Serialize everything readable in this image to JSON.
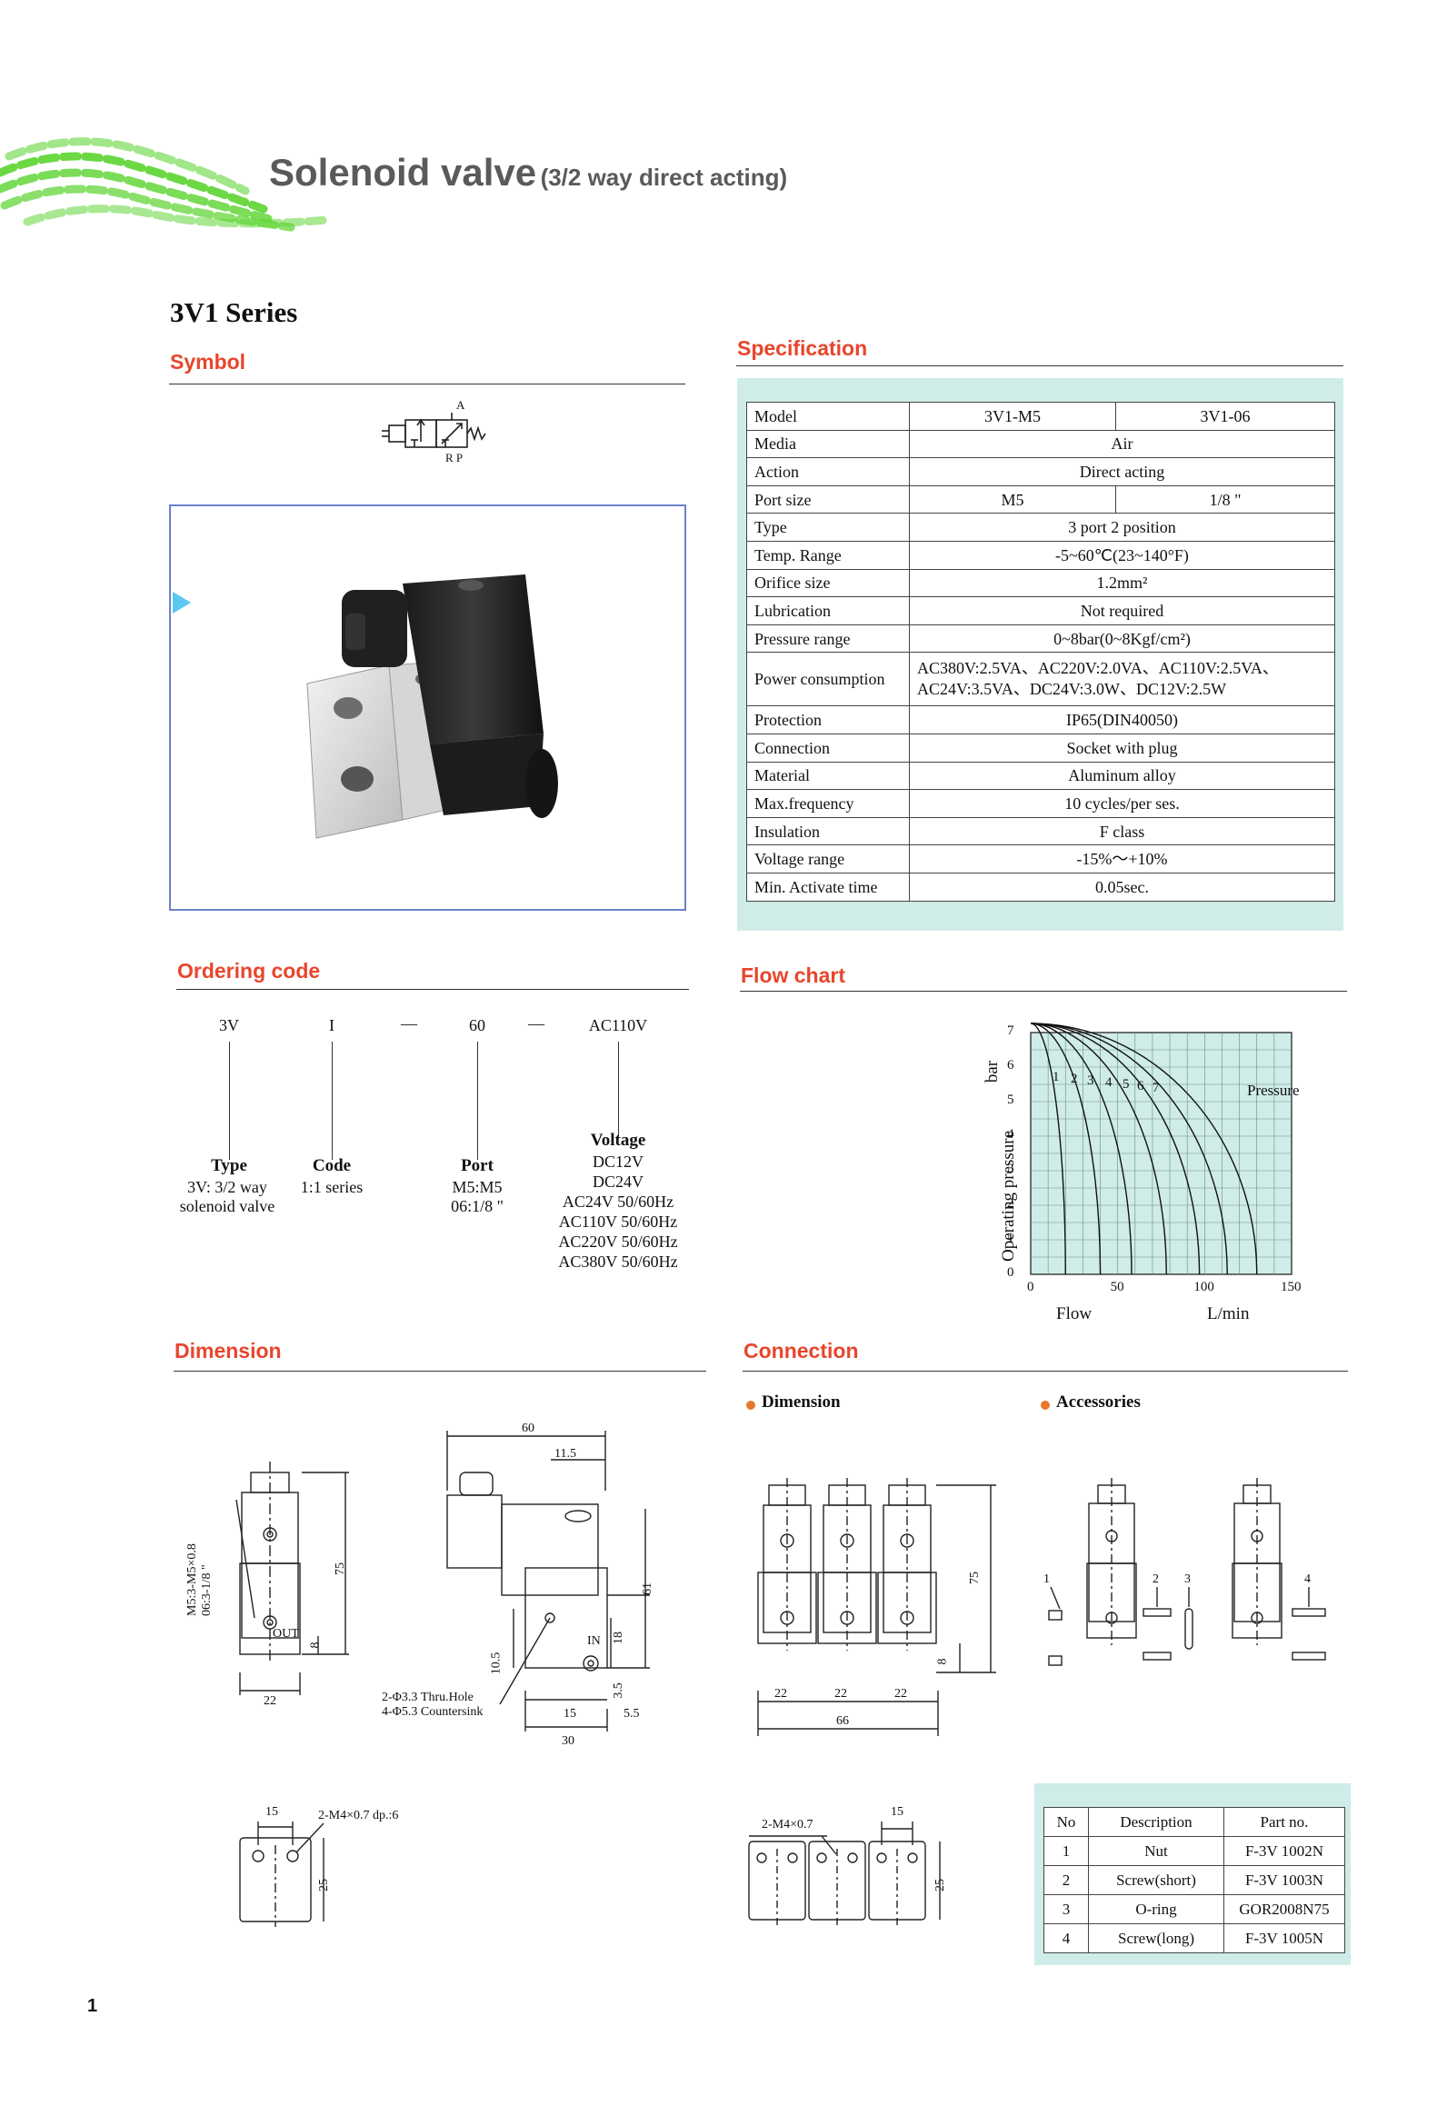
{
  "header": {
    "title": "Solenoid valve",
    "subtitle": "(3/2 way direct acting)"
  },
  "series": "3V1  Series",
  "sections": {
    "symbol": "Symbol",
    "specification": "Specification",
    "ordering_code": "Ordering code",
    "flow_chart": "Flow chart",
    "dimension": "Dimension",
    "connection": "Connection"
  },
  "symbol_labels": {
    "a": "A",
    "rp": "R P"
  },
  "specification": {
    "model": {
      "label": "Model",
      "m5": "3V1-M5",
      "g06": "3V1-06"
    },
    "rows": [
      {
        "label": "Media",
        "value": "Air"
      },
      {
        "label": "Action",
        "value": "Direct acting"
      }
    ],
    "port_size": {
      "label": "Port size",
      "m5": "M5",
      "g06": "1/8 \""
    },
    "rows2": [
      {
        "label": "Type",
        "value": "3 port 2 position"
      },
      {
        "label": "Temp. Range",
        "value": "-5~60℃(23~140°F)"
      },
      {
        "label": "Orifice size",
        "value": "1.2mm²"
      },
      {
        "label": "Lubrication",
        "value": "Not required"
      },
      {
        "label": "Pressure range",
        "value": "0~8bar(0~8Kgf/cm²)"
      }
    ],
    "power": {
      "label": "Power consumption",
      "line1": "AC380V:2.5VA、AC220V:2.0VA、AC110V:2.5VA、",
      "line2": "AC24V:3.5VA、DC24V:3.0W、DC12V:2.5W"
    },
    "rows3": [
      {
        "label": "Protection",
        "value": "IP65(DIN40050)"
      },
      {
        "label": "Connection",
        "value": "Socket with plug"
      },
      {
        "label": "Material",
        "value": "Aluminum alloy"
      },
      {
        "label": "Max.frequency",
        "value": "10 cycles/per ses."
      },
      {
        "label": "Insulation",
        "value": "F class"
      },
      {
        "label": "Voltage range",
        "value": "-15%～+10%"
      },
      {
        "label": "Min. Activate time",
        "value": "0.05sec."
      }
    ]
  },
  "ordering": {
    "code": [
      "3V",
      "I",
      "60",
      "AC110V"
    ],
    "dash": "—",
    "type": {
      "title": "Type",
      "l1": "3V: 3/2 way",
      "l2": "solenoid valve"
    },
    "codecol": {
      "title": "Code",
      "l1": "1:1 series"
    },
    "port": {
      "title": "Port",
      "l1": "M5:M5",
      "l2": "06:1/8 \""
    },
    "voltage": {
      "title": "Voltage",
      "items": [
        "DC12V",
        "DC24V",
        "AC24V  50/60Hz",
        "AC110V  50/60Hz",
        "AC220V  50/60Hz",
        "AC380V  50/60Hz"
      ]
    }
  },
  "chart_data": {
    "type": "line",
    "title": "",
    "xlabel": "Flow",
    "xunit": "L/min",
    "ylabel": "Operating pressure",
    "yunit": "bar",
    "xlim": [
      0,
      150
    ],
    "ylim": [
      0,
      7
    ],
    "x_ticks": [
      "0",
      "50",
      "100",
      "150"
    ],
    "y_ticks": [
      "0",
      "1",
      "2",
      "3",
      "4",
      "5",
      "6",
      "7"
    ],
    "legend_label": "Pressure",
    "grid": true,
    "series": [
      {
        "name": "1",
        "x_intercept": 20
      },
      {
        "name": "2",
        "x_intercept": 40
      },
      {
        "name": "3",
        "x_intercept": 58
      },
      {
        "name": "4",
        "x_intercept": 78
      },
      {
        "name": "5",
        "x_intercept": 97
      },
      {
        "name": "6",
        "x_intercept": 113
      },
      {
        "name": "7",
        "x_intercept": 130
      }
    ]
  },
  "dimension": {
    "front": {
      "port_label_1": "M5:3-M5×0.8",
      "port_label_2": "06:3-1/8 \"",
      "out": "OUT",
      "h75": "75",
      "h8": "8",
      "w22": "22"
    },
    "side": {
      "w60": "60",
      "w11_5": "11.5",
      "h61": "61",
      "h10_5": "10.5",
      "h18": "18",
      "h3_5": "3.5",
      "w15": "15",
      "w5_5": "5.5",
      "w30": "30",
      "in": "IN",
      "hole1": "2-Φ3.3 Thru.Hole",
      "hole2": "4-Φ5.3 Countersink"
    },
    "bottom": {
      "w15": "15",
      "thread": "2-M4×0.7 dp.:6",
      "h25": "25"
    }
  },
  "connection": {
    "dimension_title": "Dimension",
    "accessories_title": "Accessories",
    "manifold": {
      "h75": "75",
      "h8": "8",
      "w22a": "22",
      "w22b": "22",
      "w22c": "22",
      "w66": "66",
      "thread": "2-M4×0.7",
      "w15": "15",
      "h25": "25"
    },
    "acc_labels": [
      "1",
      "2",
      "3",
      "4"
    ]
  },
  "accessories": {
    "headers": [
      "No",
      "Description",
      "Part no."
    ],
    "rows": [
      [
        "1",
        "Nut",
        "F-3V 1002N"
      ],
      [
        "2",
        "Screw(short)",
        "F-3V 1003N"
      ],
      [
        "3",
        "O-ring",
        "GOR2008N75"
      ],
      [
        "4",
        "Screw(long)",
        "F-3V 1005N"
      ]
    ]
  },
  "page_number": "1",
  "colors": {
    "accent": "#e8452c",
    "table_bg": "#cfece8",
    "swoosh": "#63d63a",
    "frame": "#6a82c9"
  }
}
